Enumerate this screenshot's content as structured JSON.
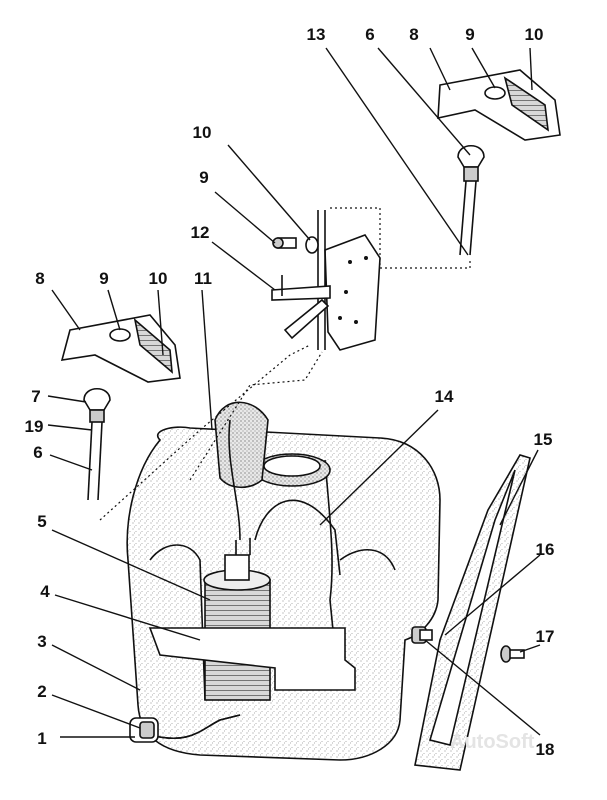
{
  "callouts": [
    "1",
    "2",
    "3",
    "4",
    "5",
    "6",
    "7",
    "8",
    "9",
    "10",
    "11",
    "12",
    "13",
    "14",
    "15",
    "16",
    "17",
    "18",
    "19"
  ],
  "duplicate_callouts": {
    "top_6": "6",
    "top_8": "8",
    "top_9": "9",
    "top_10": "10",
    "mid_9": "9",
    "mid_10": "10"
  },
  "watermark": "AutoSoft",
  "parts": [
    {
      "name": "washer-reservoir-tank"
    },
    {
      "name": "washer-pump"
    },
    {
      "name": "pump-strap"
    },
    {
      "name": "filler-neck-cap"
    },
    {
      "name": "mounting-bracket"
    },
    {
      "name": "hose-tee-connector"
    },
    {
      "name": "nozzle-bracket-left"
    },
    {
      "name": "nozzle-bracket-right"
    },
    {
      "name": "washer-nozzle-left"
    },
    {
      "name": "washer-nozzle-right"
    }
  ],
  "colors": {
    "ink": "#111111",
    "paper": "#ffffff",
    "shade": "#cfcfcf"
  }
}
